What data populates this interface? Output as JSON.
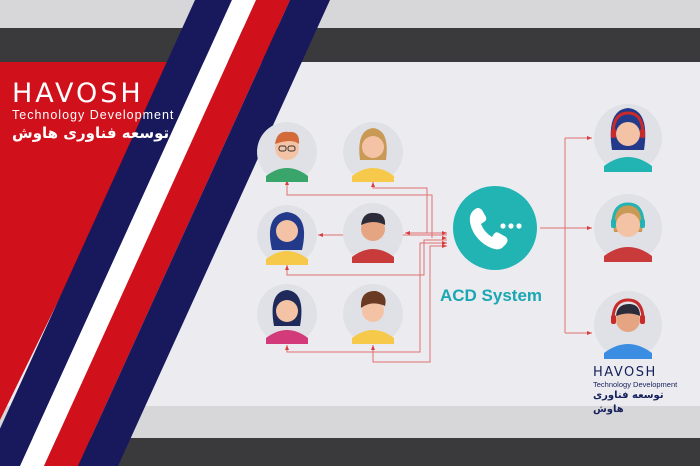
{
  "brand": {
    "name": "HAVOSH",
    "subtitle": "Technology Development",
    "persian": "توسعه فناوری هاوش"
  },
  "diagram": {
    "center_label": "ACD System",
    "callers": [
      "caller",
      "caller",
      "caller",
      "caller",
      "caller",
      "caller"
    ],
    "agents": [
      "agent",
      "agent",
      "agent"
    ]
  },
  "colors": {
    "red": "#d0101b",
    "navy": "#17195c",
    "teal": "#22b3b3",
    "line": "#e07070"
  }
}
